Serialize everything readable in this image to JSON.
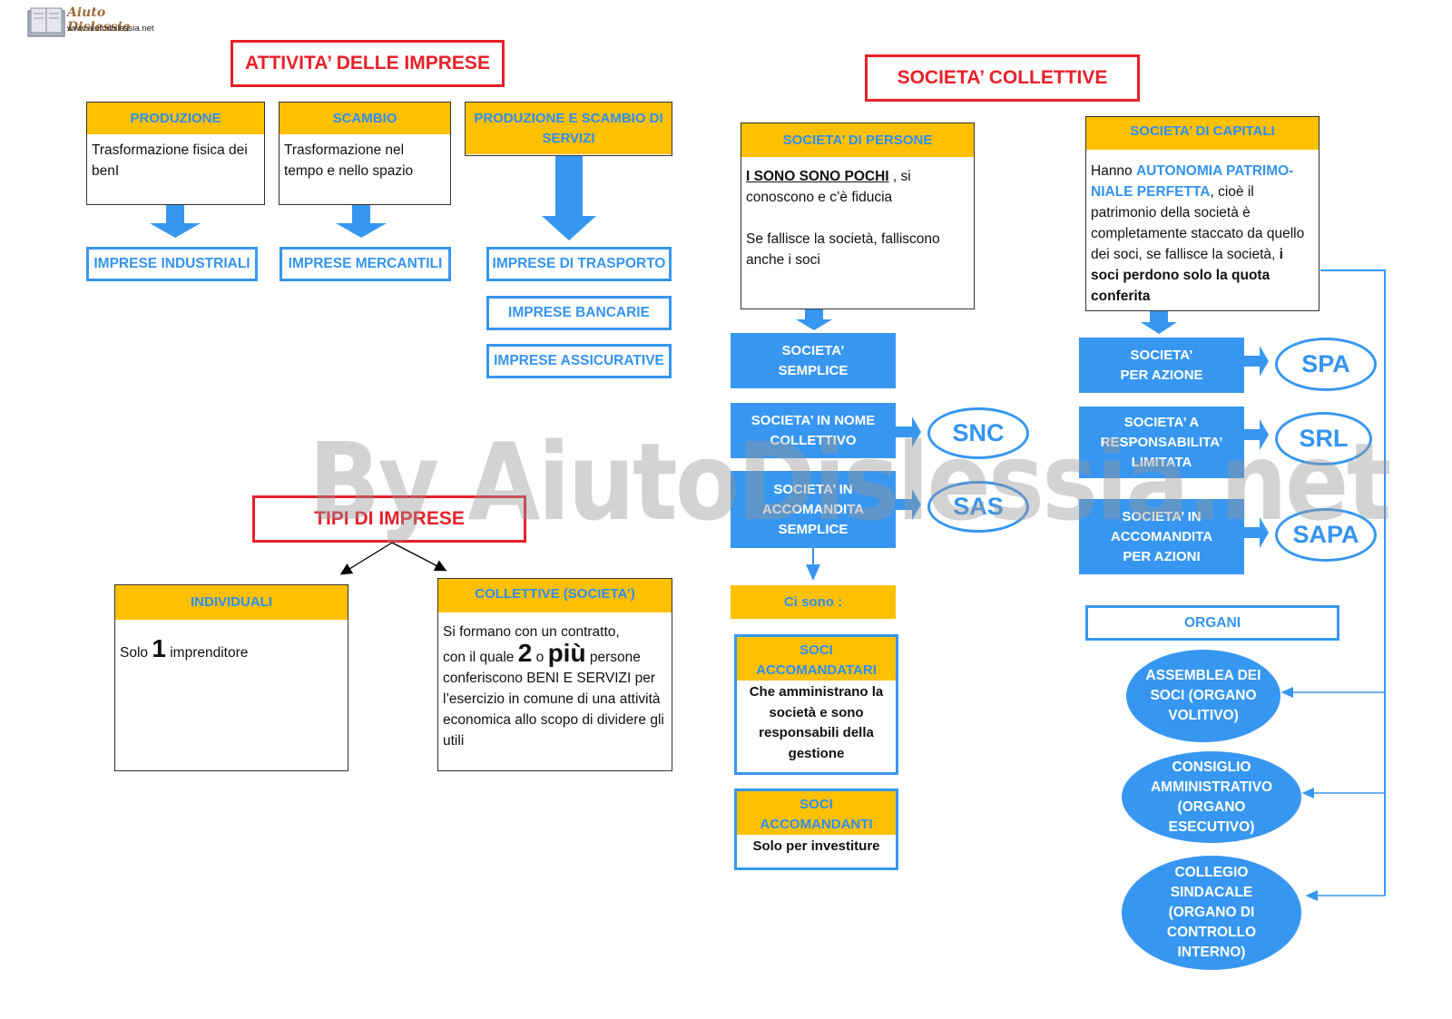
{
  "logo": {
    "name": "Aiuto Dislessia",
    "url": "www.aiutodislessia.net"
  },
  "watermark": "By AiutoDislessia.net",
  "colors": {
    "red": "#e8202a",
    "yellow": "#ffc000",
    "blue": "#3797f0"
  },
  "attivita": {
    "title": "ATTIVITA’ DELLE IMPRESE",
    "produzione": {
      "header": "PRODUZIONE",
      "body": "Trasformazione fisica dei benI",
      "result": "IMPRESE INDUSTRIALI"
    },
    "scambio": {
      "header": "SCAMBIO",
      "body": "Trasformazione nel tempo e  nello spazio",
      "result": "IMPRESE MERCANTILI"
    },
    "servizi": {
      "header": "PRODUZIONE E SCAMBIO DI SERVIZI",
      "results": [
        "IMPRESE DI TRASPORTO",
        "IMPRESE BANCARIE",
        "IMPRESE ASSICURATIVE"
      ]
    }
  },
  "tipi": {
    "title": "TIPI DI IMPRESE",
    "individuali": {
      "header": "INDIVIDUALI",
      "pre": "Solo",
      "num": "1",
      "post": "imprenditore"
    },
    "collettive": {
      "header": "COLLETTIVE (SOCIETA’)",
      "line1": "Si formano con un contratto,",
      "pre": "con il quale",
      "num": "2",
      "o": "o",
      "piu": "più",
      "post": "persone",
      "rest": "conferiscono BENI E SERVIZI per l’esercizio in comune di una attività economica allo scopo di dividere gli utili"
    }
  },
  "societa": {
    "title": "SOCIETA’ COLLETTIVE",
    "persone": {
      "header": "SOCIETA’ DI PERSONE",
      "bold": "I SONO SONO POCHI",
      "after_bold": " ,  si conoscono  e c’è fiducia",
      "para2": "Se fallisce la società, falliscono anche i soci",
      "types": [
        "SOCIETA’ SEMPLICE",
        "SOCIETA’ IN NOME COLLETTIVO",
        "SOCIETA’ IN ACCOMANDITA SEMPLICE"
      ],
      "abbr": [
        "SNC",
        "SAS"
      ],
      "ci_sono": "Ci sono :",
      "accomandatari": {
        "header": "SOCI ACCOMANDATARI",
        "body": "Che amministrano la società e sono responsabili della gestione"
      },
      "accomandanti": {
        "header": "SOCI ACCOMANDANTI",
        "body": "Solo per investiture"
      }
    },
    "capitali": {
      "header": "SOCIETA’ DI CAPITALI",
      "t1": "Hanno ",
      "t2": "AUTONOMIA PATRIMO-NIALE PERFETTA",
      "t3": ", cioè il patrimonio della società è completamente staccato da quello dei soci, se fallisce la società, ",
      "t4": "i soci perdono solo la quota conferita",
      "types": [
        "SOCIETA’ PER AZIONE",
        "SOCIETA’ A RESPONSABILITA’ LIMITATA",
        "SOCIETA’ IN ACCOMANDITA PER AZIONI"
      ],
      "abbr": [
        "SPA",
        "SRL",
        "SAPA"
      ],
      "organi": "ORGANI",
      "organi_list": [
        "ASSEMBLEA DEI  SOCI (ORGANO VOLITIVO)",
        "CONSIGLIO AMMINISTRATIVO (ORGANO ESECUTIVO)",
        "COLLEGIO SINDACALE (ORGANO DI CONTROLLO INTERNO)"
      ]
    }
  }
}
